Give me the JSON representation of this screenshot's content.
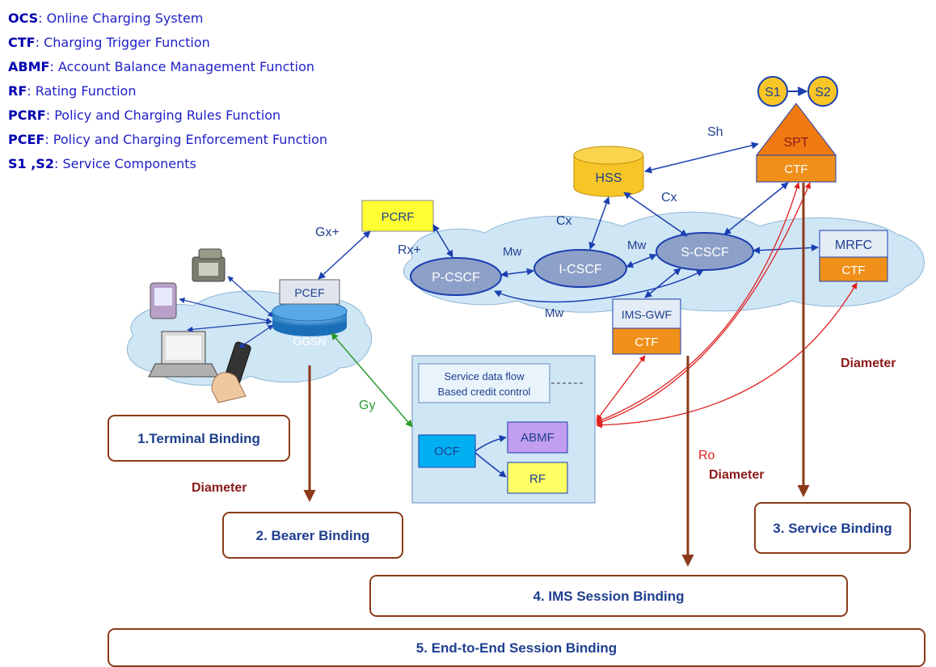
{
  "legend": [
    {
      "abbr": "OCS",
      "desc": ": Online Charging System"
    },
    {
      "abbr": "CTF",
      "desc": ": Charging Trigger Function"
    },
    {
      "abbr": "ABMF",
      "desc": ": Account Balance Management Function"
    },
    {
      "abbr": "RF",
      "desc": ": Rating Function"
    },
    {
      "abbr": "PCRF",
      "desc": ": Policy and Charging Rules Function"
    },
    {
      "abbr": "PCEF",
      "desc": ": Policy and Charging Enforcement Function"
    },
    {
      "abbr": "S1 ,S2",
      "desc": ": Service Components"
    }
  ],
  "nodes": {
    "s1": "S1",
    "s2": "S2",
    "spt": "SPT",
    "spt_ctf": "CTF",
    "hss": "HSS",
    "pcrf": "PCRF",
    "pcscf": "P-CSCF",
    "icscf": "I-CSCF",
    "scscf": "S-CSCF",
    "mrfc": "MRFC",
    "mrfc_ctf": "CTF",
    "imsgwf": "IMS-GWF",
    "imsgwf_ctf": "CTF",
    "pcef": "PCEF",
    "ggsn": "GGSN",
    "sdf_line1": "Service data flow",
    "sdf_line2": "Based credit control",
    "ocf": "OCF",
    "abmf": "ABMF",
    "rf": "RF"
  },
  "links": {
    "sh": "Sh",
    "cx1": "Cx",
    "cx2": "Cx",
    "gx": "Gx+",
    "rx": "Rx+",
    "mw1": "Mw",
    "mw2": "Mw",
    "mw3": "Mw",
    "gy": "Gy",
    "ro": "Ro",
    "diameter1": "Diameter",
    "diameter2": "Diameter",
    "diameter3": "Diameter"
  },
  "bindings": {
    "b1": "1.Terminal Binding",
    "b2": "2. Bearer Binding",
    "b3": "3. Service Binding",
    "b4": "4. IMS Session Binding",
    "b5": "5. End-to-End Session Binding"
  },
  "colors": {
    "legend": "#0000b0",
    "binding_border": "#8b3a1a",
    "binding_text": "#1f3f8f",
    "arrow_brown": "#8b3a1a",
    "arrow_blue": "#1a3fb0",
    "arrow_red": "#e02020",
    "arrow_green": "#2a9a2a",
    "csfc_fill": "#8da0c8",
    "ctf_fill": "#f0901a",
    "hss_fill": "#f7c626",
    "pcrf_fill": "#ffff33",
    "cloud": "#cfe6f5"
  }
}
